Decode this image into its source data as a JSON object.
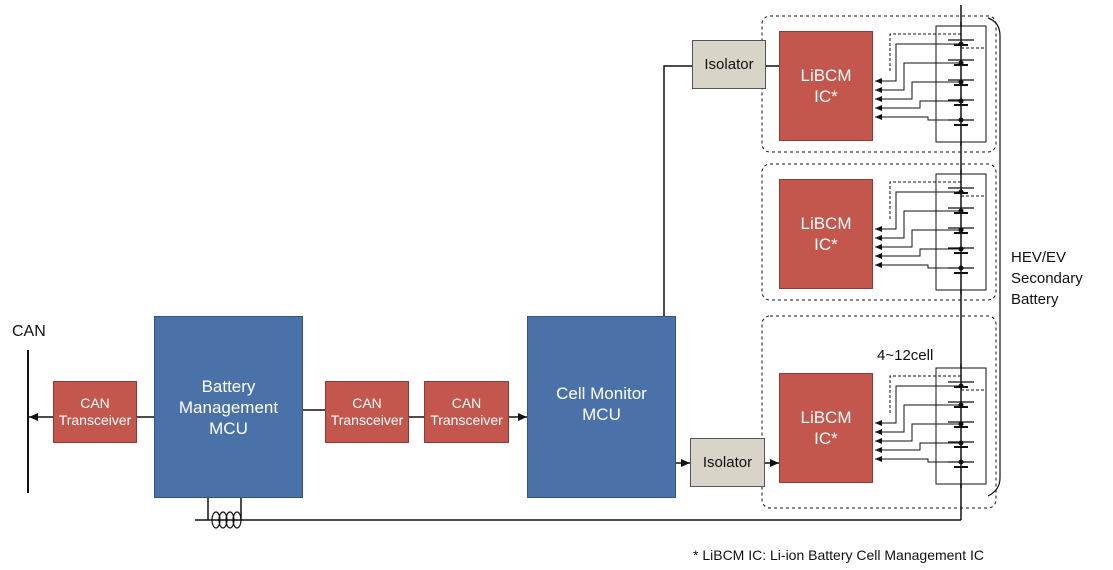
{
  "can_bus_label": "CAN",
  "can_transceivers": [
    "CAN\nTransceiver",
    "CAN\nTransceiver",
    "CAN\nTransceiver"
  ],
  "bms_mcu": "Battery\nManagement\nMCU",
  "cell_monitor_mcu": "Cell Monitor\nMCU",
  "isolators": [
    "Isolator",
    "Isolator"
  ],
  "libcm_ic_labels": [
    "LiBCM\nIC*",
    "LiBCM\nIC*",
    "LiBCM\nIC*"
  ],
  "cell_count_label": "4~12cell",
  "battery_label": "HEV/EV\nSecondary\nBattery",
  "footnote": "* LiBCM IC: Li-ion Battery Cell Management IC",
  "colors": {
    "mcu_blue": "#4a72a8",
    "transceiver_red": "#c3574e",
    "isolator_grey": "#d9d4c8"
  }
}
